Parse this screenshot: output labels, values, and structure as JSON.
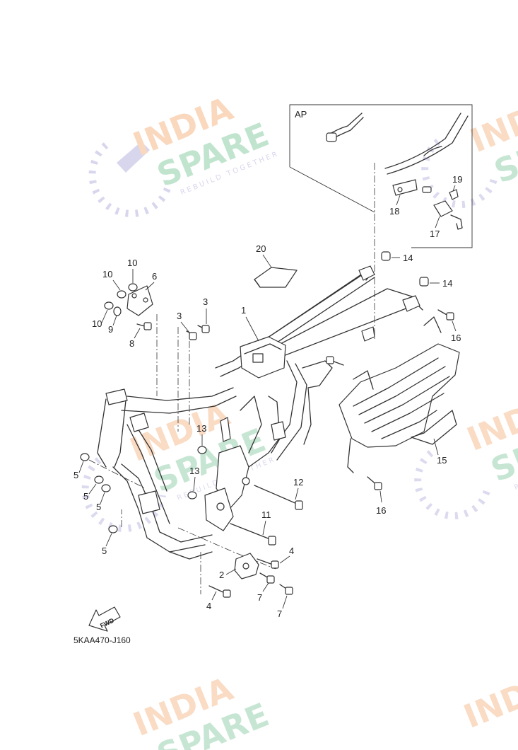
{
  "diagram": {
    "code": "5KAA470-J160",
    "inset_label": "AP",
    "fwd_label": "FWD",
    "callouts": {
      "c1": "1",
      "c2": "2",
      "c3a": "3",
      "c3b": "3",
      "c4a": "4",
      "c4b": "4",
      "c5a": "5",
      "c5b": "5",
      "c5c": "5",
      "c5d": "5",
      "c6": "6",
      "c7a": "7",
      "c7b": "7",
      "c8": "8",
      "c9": "9",
      "c10a": "10",
      "c10b": "10",
      "c10c": "10",
      "c11": "11",
      "c12": "12",
      "c13a": "13",
      "c13b": "13",
      "c14a": "14",
      "c14b": "14",
      "c15": "15",
      "c16a": "16",
      "c16b": "16",
      "c17": "17",
      "c18": "18",
      "c19": "19",
      "c20": "20"
    }
  },
  "watermark": {
    "line1": "INDIA",
    "line2": "SPARE",
    "tagline": "REBUILD TOGETHER",
    "colors": {
      "india": "#f6b98a",
      "spare": "#8fcfa8",
      "logo": "#b9b6e0"
    }
  }
}
